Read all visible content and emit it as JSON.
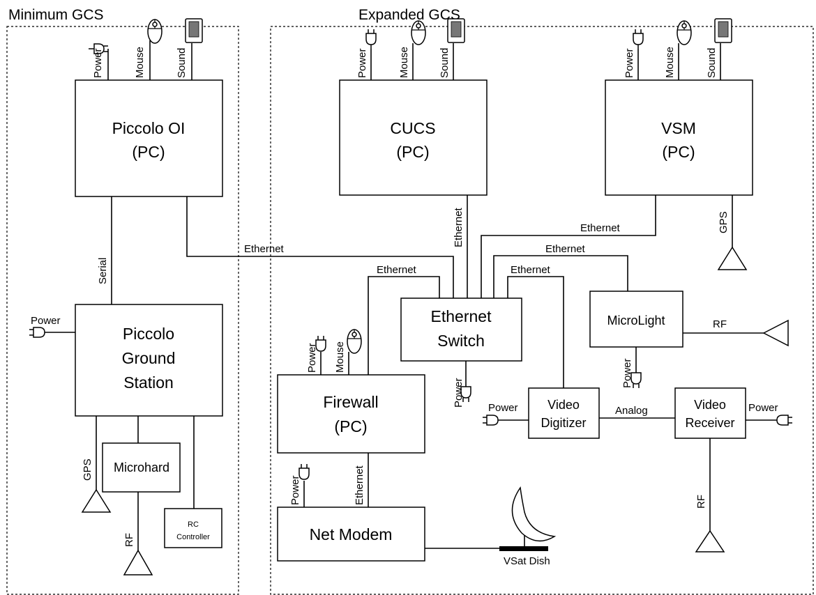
{
  "regions": {
    "minimum": "Minimum GCS",
    "expanded": "Expanded GCS"
  },
  "boxes": {
    "piccolo_oi": [
      "Piccolo OI",
      "(PC)"
    ],
    "piccolo_gs": [
      "Piccolo",
      "Ground",
      "Station"
    ],
    "microhard": "Microhard",
    "rc_controller": [
      "RC",
      "Controller"
    ],
    "cucs": [
      "CUCS",
      "(PC)"
    ],
    "vsm": [
      "VSM",
      "(PC)"
    ],
    "ethernet_switch": [
      "Ethernet",
      "Switch"
    ],
    "microlight": "MicroLight",
    "firewall": [
      "Firewall",
      "(PC)"
    ],
    "video_digitizer": [
      "Video",
      "Digitizer"
    ],
    "video_receiver": [
      "Video",
      "Receiver"
    ],
    "net_modem": "Net Modem",
    "vsat_dish": "VSat Dish"
  },
  "labels": {
    "power": "Power",
    "mouse": "Mouse",
    "sound": "Sound",
    "serial": "Serial",
    "ethernet": "Ethernet",
    "gps": "GPS",
    "rf": "RF",
    "analog": "Analog"
  },
  "icons": [
    "power-plug-icon",
    "mouse-icon",
    "speaker-icon",
    "antenna-icon",
    "satellite-dish-icon"
  ]
}
